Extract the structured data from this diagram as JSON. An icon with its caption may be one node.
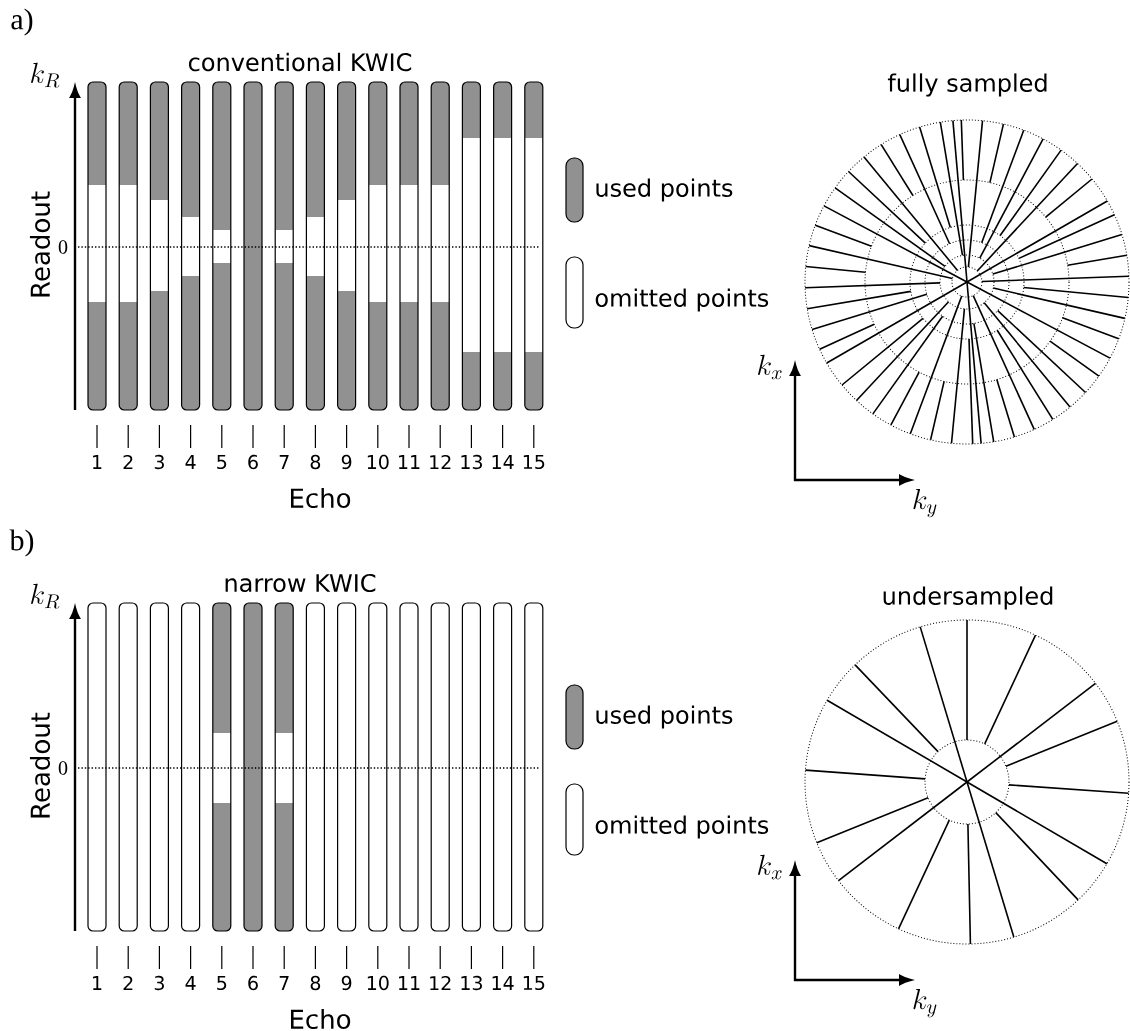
{
  "diagram": {
    "labels": [
      "a)",
      "k_R",
      "conventional KWIC",
      "fully sampled",
      "Readout",
      "0",
      "1",
      "2",
      "3",
      "4",
      "5",
      "6",
      "7",
      "8",
      "9",
      "10",
      "11",
      "12",
      "13",
      "14",
      "15",
      "Echo",
      "k_x",
      "k_y",
      "b)",
      "k_R",
      "narrow KWIC",
      "undersampled",
      "Readout",
      "0",
      "1",
      "2",
      "3",
      "4",
      "5",
      "6",
      "7",
      "8",
      "9",
      "10",
      "11",
      "12",
      "13",
      "14",
      "15",
      "Echo",
      "k_x",
      "k_y"
    ],
    "legend": [
      {
        "text": "used points",
        "color": "#919191"
      },
      {
        "text": "omitted points"
      },
      {
        "text": "used points",
        "color": "#919191"
      },
      {
        "text": "omitted points"
      }
    ]
  }
}
